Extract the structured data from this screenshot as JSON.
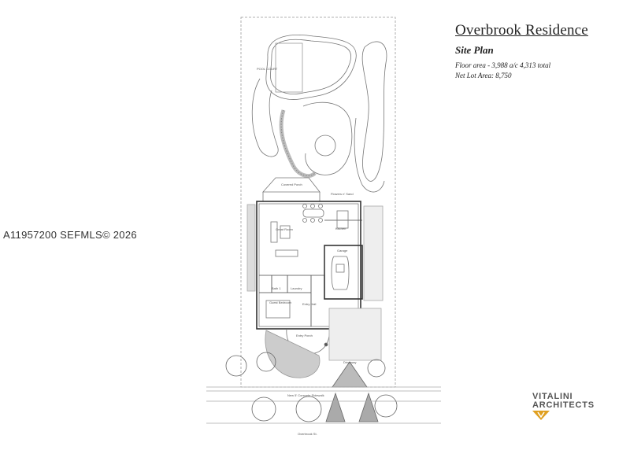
{
  "project": {
    "title": "Overbrook Residence",
    "subtitle": "Site Plan",
    "floor_area": "Floor area - 3,988 a/c    4,313 total",
    "lot_area": "Net Lot Area: 8,750"
  },
  "watermark": "A11957200 SEFMLS© 2026",
  "logo": {
    "line1": "VITALINI",
    "line2": "ARCHITECTS",
    "accent_color": "#e0a020"
  },
  "plan_labels": {
    "pool_court": "POOL COURT",
    "covered_porch": "Covered Porch",
    "flowers_and_sand": "Flowers n' Sand",
    "great_room": "Great Room",
    "kitchen": "Kitchen",
    "garage": "Garage",
    "bath": "Bath 1",
    "laundry": "Laundry",
    "guest_bedroom": "Guest Bedroom",
    "entry_hall": "Entry Hall",
    "entry_porch": "Entry Porch",
    "driveway": "Driveway",
    "sidewalk": "New 5' Concrete Sidewalk",
    "street": "Overbrook St."
  }
}
